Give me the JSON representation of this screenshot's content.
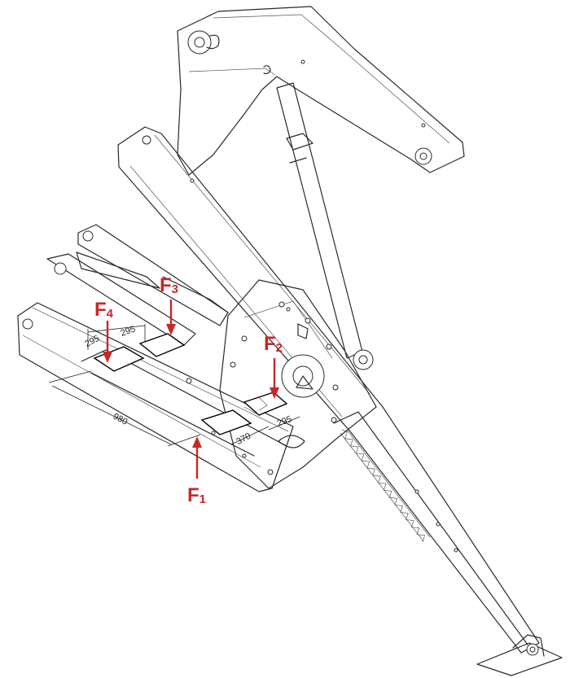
{
  "forces": {
    "f1": {
      "letter": "F",
      "sub": "1"
    },
    "f2": {
      "letter": "F",
      "sub": "2"
    },
    "f3": {
      "letter": "F",
      "sub": "3"
    },
    "f4": {
      "letter": "F",
      "sub": "4"
    }
  },
  "dimensions": {
    "d1": "295",
    "d2": "295",
    "d3": "980",
    "d4": "370",
    "d5": "295"
  },
  "colors": {
    "force": "#c62828",
    "line": "#2a2a2a"
  }
}
